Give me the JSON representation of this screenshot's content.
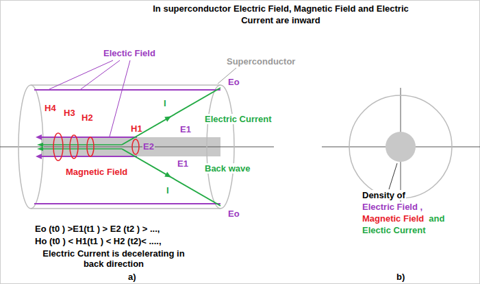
{
  "diagram": {
    "title": "In superconductor Electric Field, Magnetic Field and Electric Current are inward",
    "labels": [
      "Electic Field",
      "Superconductor",
      "H4",
      "H3",
      "H2",
      "H1",
      "Eo",
      "I",
      "Electric Current",
      "E1",
      "E2",
      "E1",
      "Back wave",
      "I",
      "Eo",
      "Magnetic Field",
      "Eo (t0 )  >E1(t1 )  > E2 (t2 ) > ...,",
      "Ho (t0 )  < H1(t1 )  < H2 (t2)< ....,",
      "Electric Current is decelerating in back direction",
      "a)",
      "Density of",
      "Electric Field ,",
      "Magnetic Field",
      "and",
      "Electic Current",
      "b)"
    ]
  }
}
